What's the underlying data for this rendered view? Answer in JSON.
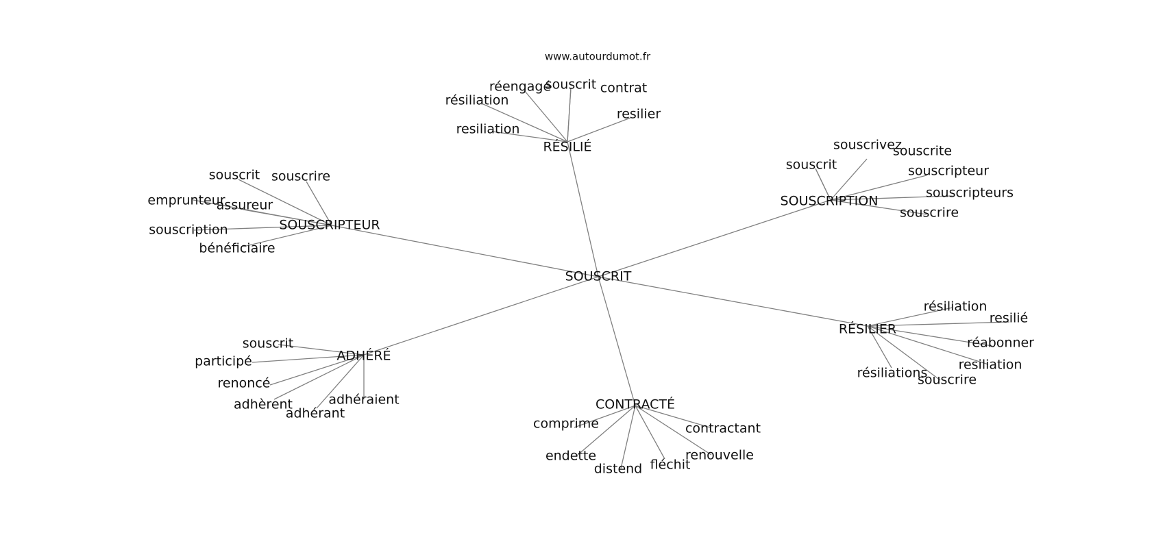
{
  "source": "www.autourdumot.fr",
  "graph": {
    "center": "SOUSCRIT",
    "clusters": [
      {
        "hub": "RÉSILIÉ",
        "leaves": [
          "réengagé",
          "souscrit",
          "contrat",
          "résiliation",
          "resilier",
          "resiliation"
        ]
      },
      {
        "hub": "SOUSCRIPTEUR",
        "leaves": [
          "souscrit",
          "souscrire",
          "emprunteur",
          "assureur",
          "souscription",
          "bénéficiaire"
        ]
      },
      {
        "hub": "SOUSCRIPTION",
        "leaves": [
          "souscrivez",
          "souscrite",
          "souscrit",
          "souscripteur",
          "souscripteurs",
          "souscrire"
        ]
      },
      {
        "hub": "RÉSILIER",
        "leaves": [
          "résiliation",
          "resilié",
          "réabonner",
          "resiliation",
          "résiliations",
          "souscrire"
        ]
      },
      {
        "hub": "ADHÉRÉ",
        "leaves": [
          "souscrit",
          "participé",
          "renoncé",
          "adhèrent",
          "adhérant",
          "adhéraient"
        ]
      },
      {
        "hub": "CONTRACTÉ",
        "leaves": [
          "comprime",
          "contractant",
          "renouvelle",
          "endette",
          "distend",
          "fléchit"
        ]
      }
    ]
  }
}
